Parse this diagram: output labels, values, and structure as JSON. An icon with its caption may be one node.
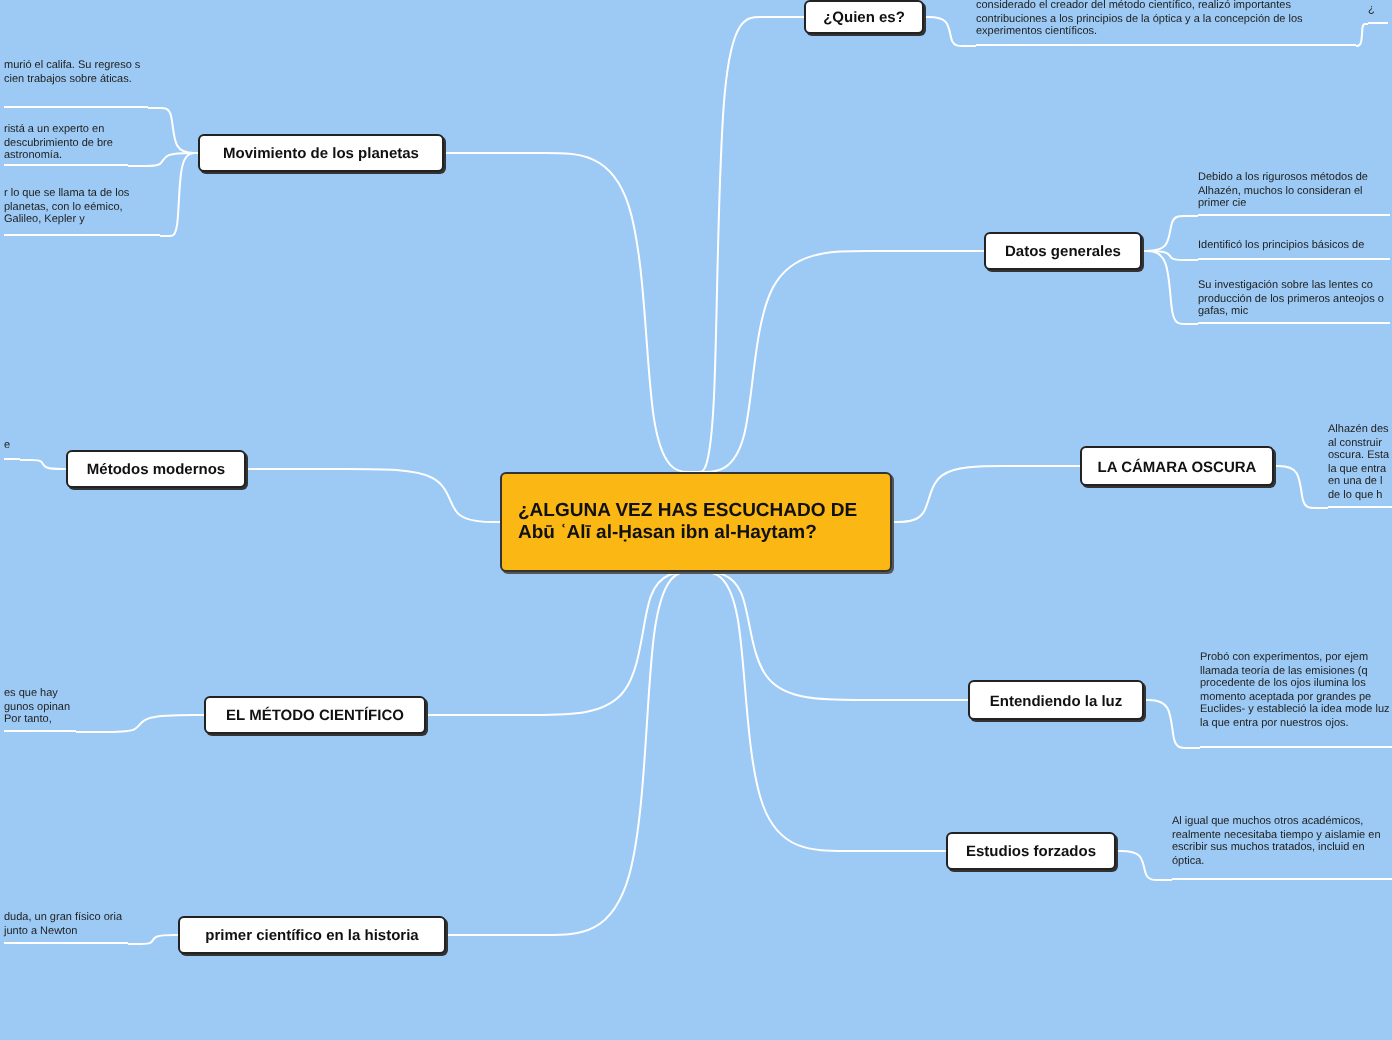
{
  "diagram": {
    "nodes": [
      {
        "text": [
          "¿ALGUNA VEZ HAS ESCUCHADO DE Abū ʿAlī al-Ḥasan ibn al-Haytam?"
        ]
      },
      {
        "text": [
          "¿Quien es?"
        ]
      },
      {
        "text": [
          "considerado el creador del método científico, realizó importantes contribuciones a los principios de la óptica y a la concepción de los experimentos científicos."
        ]
      },
      {
        "text": [
          "¿"
        ]
      },
      {
        "text": [
          "Datos generales"
        ]
      },
      {
        "text": [
          "Debido a los rigurosos métodos de Alhazén, muchos lo consideran el primer cie"
        ]
      },
      {
        "text": [
          "Identificó los principios básicos de"
        ]
      },
      {
        "text": [
          "Su investigación sobre las lentes co producción de los primeros anteojos o gafas, mic"
        ]
      },
      {
        "text": [
          "LA CÁMARA OSCURA"
        ]
      },
      {
        "text": [
          "Alhazén des al construir oscura. Esta la que entra en una de l de lo que h"
        ]
      },
      {
        "text": [
          "Entendiendo la luz"
        ]
      },
      {
        "text": [
          "Probó con experimentos, por ejem llamada teoría de las emisiones (q procedente de los ojos ilumina los momento aceptada por grandes pe Euclides- y estableció la idea mode luz la que entra por nuestros ojos."
        ]
      },
      {
        "text": [
          "Estudios forzados"
        ]
      },
      {
        "text": [
          "Al igual que muchos otros académicos, realmente necesitaba tiempo y aislamie en escribir sus muchos tratados, incluid en óptica."
        ]
      },
      {
        "text": [
          "Movimiento de los planetas"
        ]
      },
      {
        "text": [
          "murió el califa. Su regreso s cien trabajos sobre áticas."
        ]
      },
      {
        "text": [
          "ristá a un experto en descubrimiento de bre astronomía."
        ]
      },
      {
        "text": [
          "r lo que se llama ta de los planetas, con lo eémico, Galileo, Kepler y"
        ]
      },
      {
        "text": [
          "Métodos modernos"
        ]
      },
      {
        "text": [
          "e"
        ]
      },
      {
        "text": [
          "EL MÉTODO CIENTÍFICO"
        ]
      },
      {
        "text": [
          "es que hay gunos opinan Por tanto,"
        ]
      },
      {
        "text": [
          "primer científico en la historia"
        ]
      },
      {
        "text": [
          "duda, un gran físico oria junto a Newton"
        ]
      }
    ],
    "edges": [
      {
        "from": 0,
        "to": 1,
        "arrow": "none"
      },
      {
        "from": 1,
        "to": 2,
        "arrow": "none"
      },
      {
        "from": 2,
        "to": 3,
        "arrow": "none"
      },
      {
        "from": 0,
        "to": 4,
        "arrow": "none"
      },
      {
        "from": 4,
        "to": 5,
        "arrow": "none"
      },
      {
        "from": 4,
        "to": 6,
        "arrow": "none"
      },
      {
        "from": 4,
        "to": 7,
        "arrow": "none"
      },
      {
        "from": 0,
        "to": 8,
        "arrow": "none"
      },
      {
        "from": 8,
        "to": 9,
        "arrow": "none"
      },
      {
        "from": 0,
        "to": 10,
        "arrow": "none"
      },
      {
        "from": 10,
        "to": 11,
        "arrow": "none"
      },
      {
        "from": 0,
        "to": 12,
        "arrow": "none"
      },
      {
        "from": 12,
        "to": 13,
        "arrow": "none"
      },
      {
        "from": 0,
        "to": 14,
        "arrow": "none"
      },
      {
        "from": 14,
        "to": 15,
        "arrow": "none"
      },
      {
        "from": 14,
        "to": 16,
        "arrow": "none"
      },
      {
        "from": 14,
        "to": 17,
        "arrow": "none"
      },
      {
        "from": 0,
        "to": 18,
        "arrow": "none"
      },
      {
        "from": 18,
        "to": 19,
        "arrow": "none"
      },
      {
        "from": 0,
        "to": 20,
        "arrow": "none"
      },
      {
        "from": 20,
        "to": 21,
        "arrow": "none"
      },
      {
        "from": 0,
        "to": 22,
        "arrow": "none"
      },
      {
        "from": 22,
        "to": 23,
        "arrow": "none"
      }
    ]
  }
}
